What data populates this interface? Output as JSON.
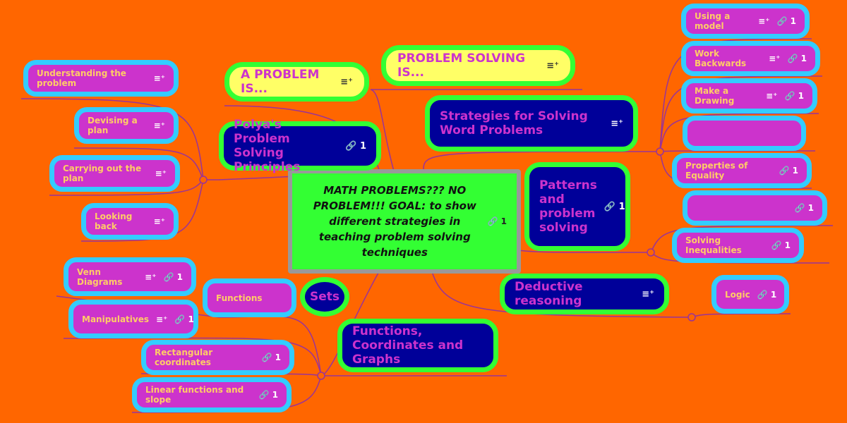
{
  "colors": {
    "background": "#ff6600",
    "leaf_fill": "#cc33cc",
    "leaf_border": "#33ccff",
    "topic_fill": "#000099",
    "topic_border": "#33ff33",
    "central_fill": "#33ff33",
    "connector": "#993399"
  },
  "central": {
    "label": "MATH PROBLEMS??? NO PROBLEM!!!   GOAL:  to show different strategies in teaching problem solving techniques",
    "links": "1"
  },
  "nodes": [
    {
      "label": "A PROBLEM IS...",
      "style": "yellow",
      "note": true
    },
    {
      "label": "PROBLEM SOLVING IS...",
      "style": "yellow",
      "note": true
    },
    {
      "label": "Strategies for Solving Word Problems",
      "style": "dark",
      "note": true
    },
    {
      "label": "Polya's Problem Solving Principles",
      "style": "dark",
      "links": "1"
    },
    {
      "label": "Patterns and problem solving",
      "style": "dark",
      "links": "1"
    },
    {
      "label": "Deductive reasoning",
      "style": "dark",
      "note": true
    },
    {
      "label": "Functions, Coordinates and Graphs",
      "style": "dark"
    },
    {
      "label": "Understanding the problem",
      "style": "leaf",
      "note": true
    },
    {
      "label": "Devising a plan",
      "style": "leaf",
      "note": true
    },
    {
      "label": "Carrying out the plan",
      "style": "leaf",
      "note": true
    },
    {
      "label": "Looking back",
      "style": "leaf",
      "note": true
    },
    {
      "label": "Using a model",
      "style": "leaf",
      "note": true,
      "links": "1"
    },
    {
      "label": "Work Backwards",
      "style": "leaf",
      "note": true,
      "links": "1"
    },
    {
      "label": "Make a Drawing",
      "style": "leaf",
      "note": true,
      "links": "1"
    },
    {
      "label": "",
      "style": "leaf"
    },
    {
      "label": "Properties of Equality",
      "style": "leaf",
      "links": "1"
    },
    {
      "label": "",
      "style": "leaf",
      "links": "1"
    },
    {
      "label": "Solving Inequalities",
      "style": "leaf",
      "links": "1"
    },
    {
      "label": "Logic",
      "style": "leaf",
      "links": "1"
    },
    {
      "label": "Venn Diagrams",
      "style": "leaf",
      "note": true,
      "links": "1"
    },
    {
      "label": "Functions",
      "style": "leaf"
    },
    {
      "label": "Sets",
      "style": "dark"
    },
    {
      "label": "Manipulatives",
      "style": "leaf",
      "note": true,
      "links": "1"
    },
    {
      "label": "Rectangular coordinates",
      "style": "leaf",
      "links": "1"
    },
    {
      "label": "Linear functions and slope",
      "style": "leaf",
      "links": "1"
    }
  ],
  "icons": {
    "note": "notes-icon",
    "link": "link-icon"
  }
}
